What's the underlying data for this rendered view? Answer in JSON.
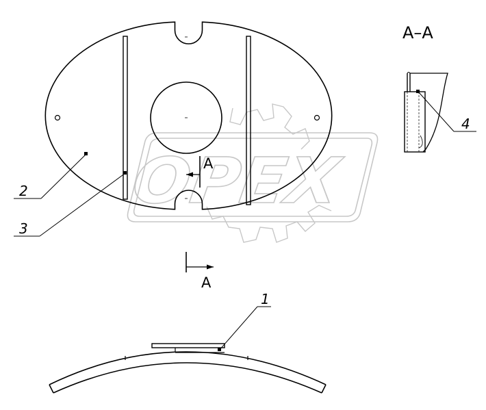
{
  "section_title": "A–A",
  "section_marker_top": "A",
  "section_marker_bottom": "A",
  "callouts": [
    {
      "id": "callout-1",
      "text": "1"
    },
    {
      "id": "callout-2",
      "text": "2"
    },
    {
      "id": "callout-3",
      "text": "3"
    },
    {
      "id": "callout-4",
      "text": "4"
    }
  ],
  "watermark": {
    "text": "OPEX"
  },
  "colors": {
    "line": "#000000",
    "watermark": "#9a9a9a",
    "background": "#ffffff"
  }
}
